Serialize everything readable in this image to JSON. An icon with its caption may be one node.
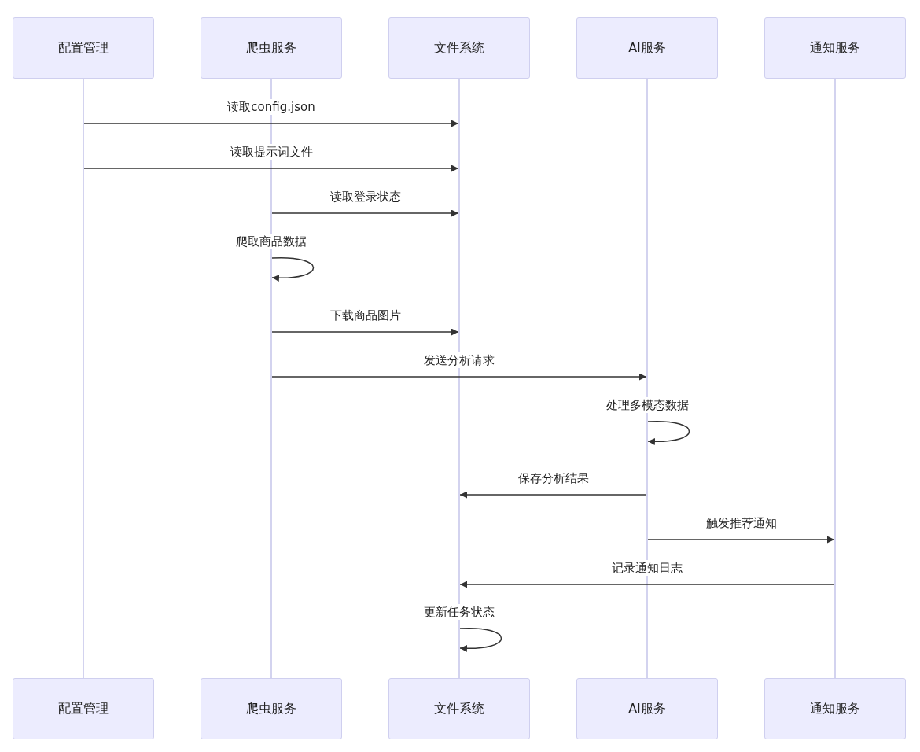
{
  "diagram": {
    "nodes": [
      {
        "text": [
          "配置管理"
        ]
      },
      {
        "text": [
          "爬虫服务"
        ]
      },
      {
        "text": [
          "文件系统"
        ]
      },
      {
        "text": [
          "AI服务"
        ]
      },
      {
        "text": [
          "通知服务"
        ]
      },
      {
        "text": [
          "配置管理"
        ]
      },
      {
        "text": [
          "爬虫服务"
        ]
      },
      {
        "text": [
          "文件系统"
        ]
      },
      {
        "text": [
          "AI服务"
        ]
      },
      {
        "text": [
          "通知服务"
        ]
      },
      {
        "text": [],
        "shape": "bar"
      },
      {
        "text": [],
        "shape": "bar"
      },
      {
        "text": [],
        "shape": "bar"
      },
      {
        "text": [],
        "shape": "bar"
      },
      {
        "text": [],
        "shape": "bar"
      }
    ],
    "edges": [
      {
        "from": 10,
        "to": 12,
        "arrow": "to",
        "label": "读取config.json"
      },
      {
        "from": 10,
        "to": 12,
        "arrow": "to",
        "label": "读取提示词文件"
      },
      {
        "from": 11,
        "to": 12,
        "arrow": "to",
        "label": "读取登录状态"
      },
      {
        "from": 11,
        "to": 11,
        "arrow": "to",
        "label": "爬取商品数据"
      },
      {
        "from": 11,
        "to": 12,
        "arrow": "to",
        "label": "下载商品图片"
      },
      {
        "from": 11,
        "to": 13,
        "arrow": "to",
        "label": "发送分析请求"
      },
      {
        "from": 13,
        "to": 13,
        "arrow": "to",
        "label": "处理多模态数据"
      },
      {
        "from": 13,
        "to": 12,
        "arrow": "to",
        "label": "保存分析结果"
      },
      {
        "from": 13,
        "to": 14,
        "arrow": "to",
        "label": "触发推荐通知"
      },
      {
        "from": 14,
        "to": 12,
        "arrow": "to",
        "label": "记录通知日志"
      },
      {
        "from": 12,
        "to": 12,
        "arrow": "to",
        "label": "更新任务状态"
      }
    ]
  }
}
